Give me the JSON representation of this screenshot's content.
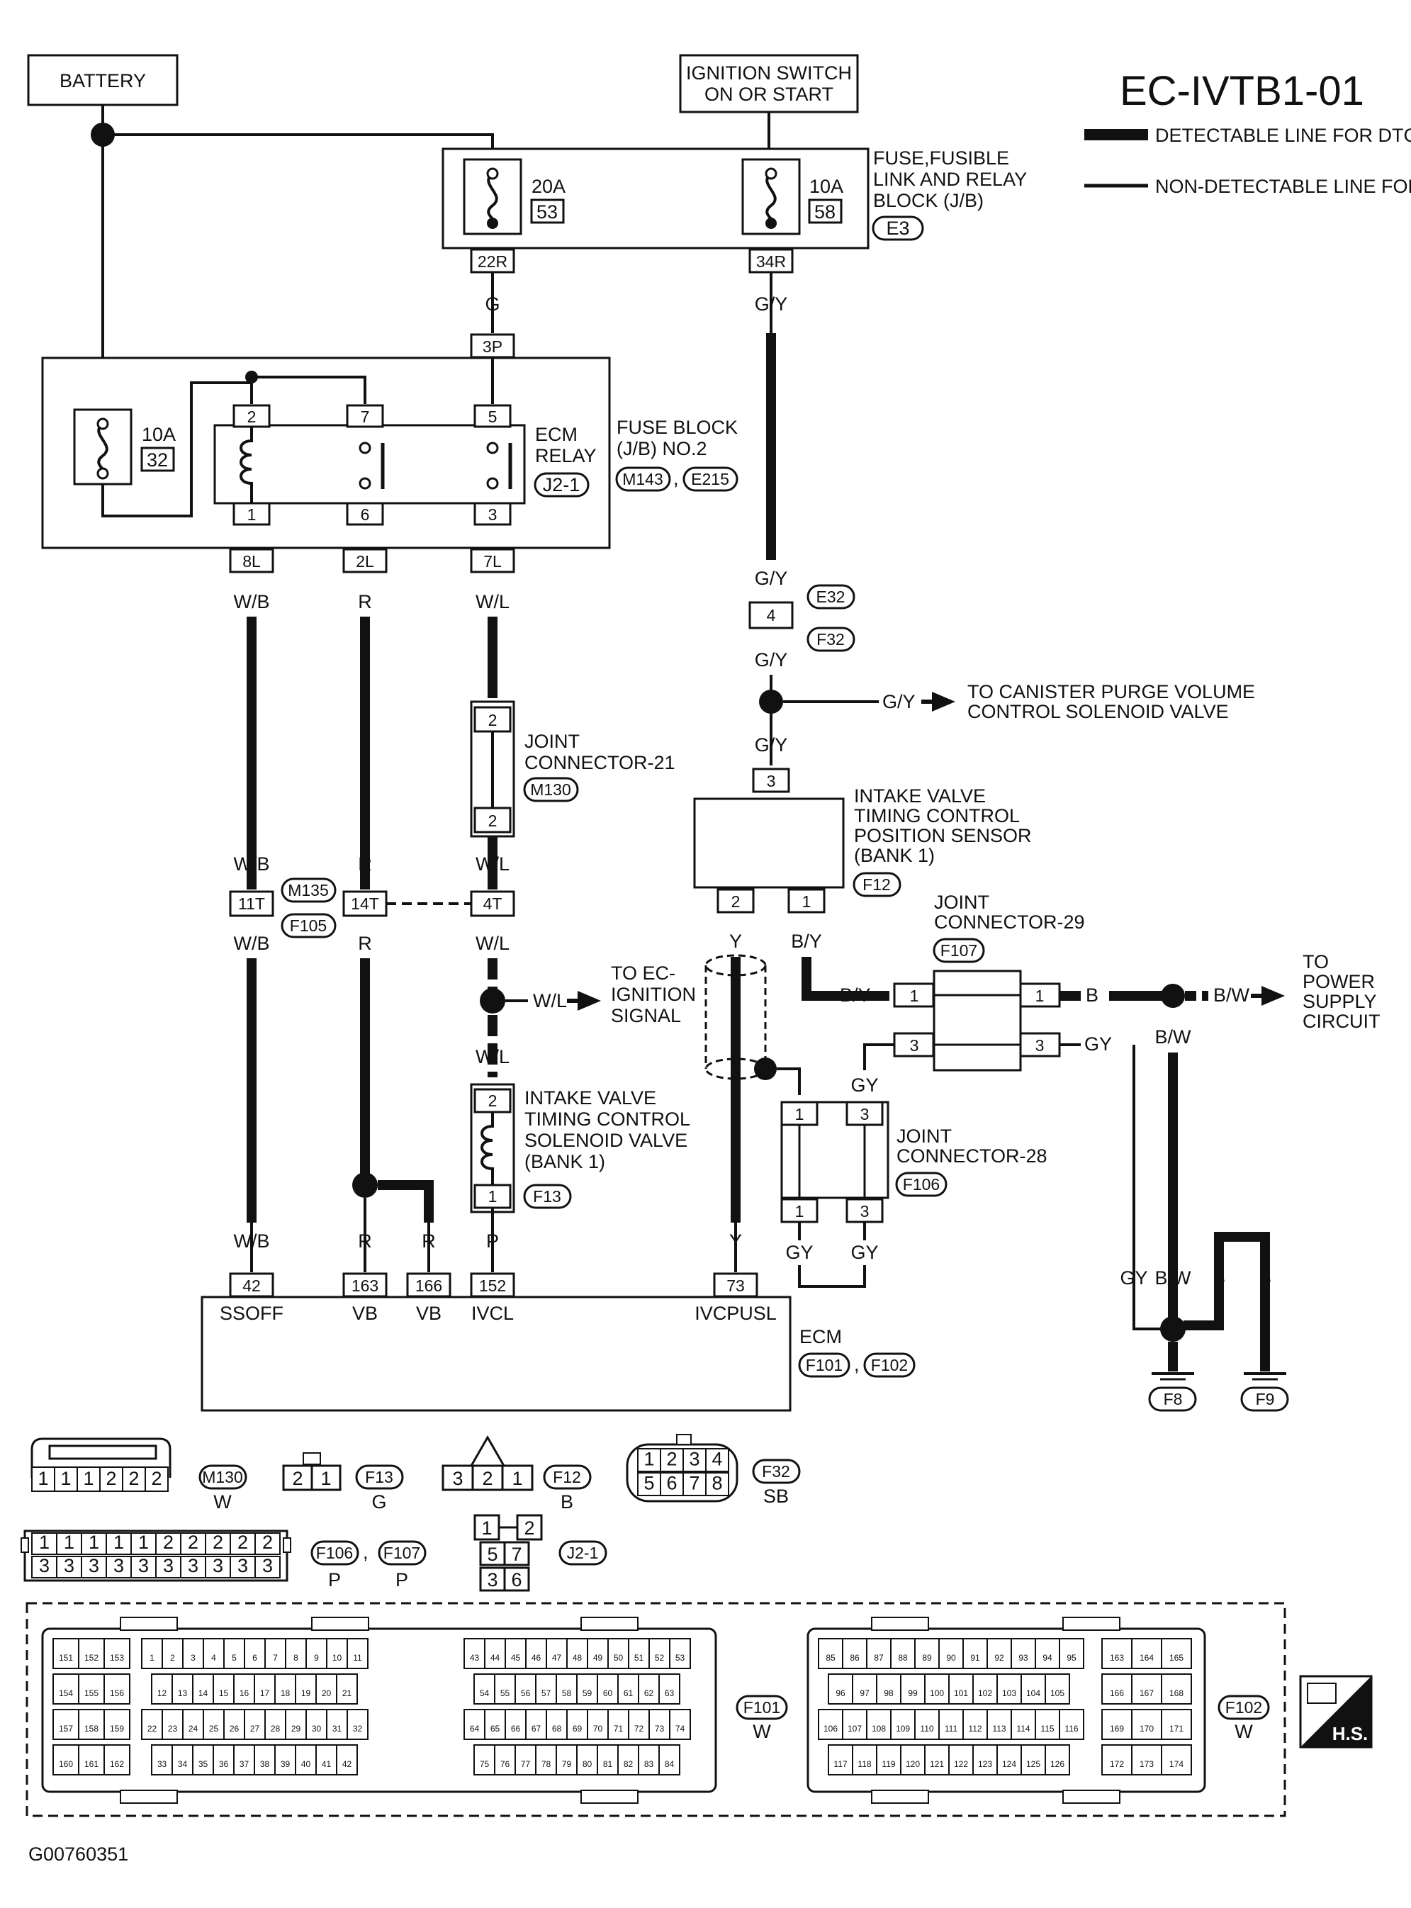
{
  "diagram_id": "EC-IVTB1-01",
  "figure_code": "G00760351",
  "legend": {
    "detectable": "DETECTABLE LINE FOR DTC",
    "non_detectable": "NON-DETECTABLE LINE FOR DTC"
  },
  "sources": {
    "battery": "BATTERY",
    "ignition_line1": "IGNITION SWITCH",
    "ignition_line2": "ON OR START"
  },
  "fuse_block_e3": {
    "label_l1": "FUSE,FUSIBLE",
    "label_l2": "LINK AND RELAY",
    "label_l3": "BLOCK (J/B)",
    "connector": "E3",
    "fuse_a_rating": "20A",
    "fuse_a_no": "53",
    "fuse_a_terminal": "22R",
    "fuse_b_rating": "10A",
    "fuse_b_no": "58",
    "fuse_b_terminal": "34R"
  },
  "fuse_block_2": {
    "label_l1": "FUSE BLOCK",
    "label_l2": "(J/B) NO.2",
    "conn_a": "M143",
    "conn_b": "E215",
    "fuse_rating": "10A",
    "fuse_no": "32",
    "terminal_in": "3P",
    "terminals_out": [
      "8L",
      "2L",
      "7L"
    ]
  },
  "ecm_relay": {
    "label_l1": "ECM",
    "label_l2": "RELAY",
    "connector": "J2-1",
    "pins_top": [
      "2",
      "7",
      "5"
    ],
    "pins_bottom": [
      "1",
      "6",
      "3"
    ]
  },
  "wires": {
    "g": "G",
    "gy_top": "G/Y",
    "wb": "W/B",
    "r": "R",
    "wl": "W/L",
    "p": "P",
    "y": "Y",
    "by": "B/Y",
    "b": "B",
    "bw": "B/W",
    "gy": "GY"
  },
  "e32_f32": {
    "pin": "4",
    "conn_a": "E32",
    "conn_b": "F32"
  },
  "canister": {
    "line1": "TO CANISTER PURGE VOLUME",
    "line2": "CONTROL SOLENOID VALVE"
  },
  "joint21": {
    "line1": "JOINT",
    "line2": "CONNECTOR-21",
    "connector": "M130",
    "pins": [
      "2",
      "2"
    ]
  },
  "m135": {
    "conn_a": "M135",
    "conn_b": "F105",
    "terminals": [
      "11T",
      "14T",
      "4T"
    ]
  },
  "ec_ign": {
    "line1": "TO EC-",
    "line2": "IGNITION",
    "line3": "SIGNAL"
  },
  "ivtc_sensor": {
    "line1": "INTAKE VALVE",
    "line2": "TIMING CONTROL",
    "line3": "POSITION SENSOR",
    "line4": "(BANK 1)",
    "connector": "F12",
    "pin_top": "3",
    "pins_bottom": [
      "2",
      "1"
    ]
  },
  "joint29": {
    "line1": "JOINT",
    "line2": "CONNECTOR-29",
    "connector": "F107",
    "pins": [
      "1",
      "1",
      "3",
      "3"
    ]
  },
  "power_supply": {
    "line1": "TO",
    "line2": "POWER",
    "line3": "SUPPLY",
    "line4": "CIRCUIT"
  },
  "ivtc_solenoid": {
    "line1": "INTAKE VALVE",
    "line2": "TIMING CONTROL",
    "line3": "SOLENOID VALVE",
    "line4": "(BANK 1)",
    "connector": "F13",
    "pins": [
      "2",
      "1"
    ]
  },
  "joint28": {
    "line1": "JOINT",
    "line2": "CONNECTOR-28",
    "connector": "F106",
    "pins": [
      "1",
      "3",
      "1",
      "3"
    ]
  },
  "ecm": {
    "label": "ECM",
    "conn_a": "F101",
    "conn_b": "F102",
    "terminals": [
      "42",
      "163",
      "166",
      "152",
      "73"
    ],
    "signals": [
      "SSOFF",
      "VB",
      "VB",
      "IVCL",
      "IVCPUSL"
    ]
  },
  "grounds": [
    "F8",
    "F9"
  ],
  "connector_faces": {
    "m130": {
      "id": "M130",
      "color": "W",
      "row": [
        "1",
        "1",
        "1",
        "2",
        "2",
        "2"
      ]
    },
    "f13": {
      "id": "F13",
      "color": "G",
      "row": [
        "2",
        "1"
      ]
    },
    "f12": {
      "id": "F12",
      "color": "B",
      "row": [
        "3",
        "2",
        "1"
      ]
    },
    "f32": {
      "id": "F32",
      "color": "SB",
      "row1": [
        "1",
        "2",
        "3",
        "4"
      ],
      "row2": [
        "5",
        "6",
        "7",
        "8"
      ]
    },
    "f106": {
      "id": "F106",
      "color": "P"
    },
    "f107": {
      "id": "F107",
      "color": "P"
    },
    "row_ones": [
      "1",
      "1",
      "1",
      "1",
      "1",
      "2",
      "2",
      "2",
      "2",
      "2"
    ],
    "row_threes": [
      "3",
      "3",
      "3",
      "3",
      "3",
      "3",
      "3",
      "3",
      "3",
      "3"
    ],
    "j21": {
      "id": "J2-1",
      "top": [
        "1",
        "2"
      ],
      "mid": [
        "5",
        "7"
      ],
      "bot": [
        "3",
        "6"
      ]
    },
    "f101": {
      "id": "F101",
      "color": "W"
    },
    "f102": {
      "id": "F102",
      "color": "W"
    },
    "hs": "H.S."
  }
}
